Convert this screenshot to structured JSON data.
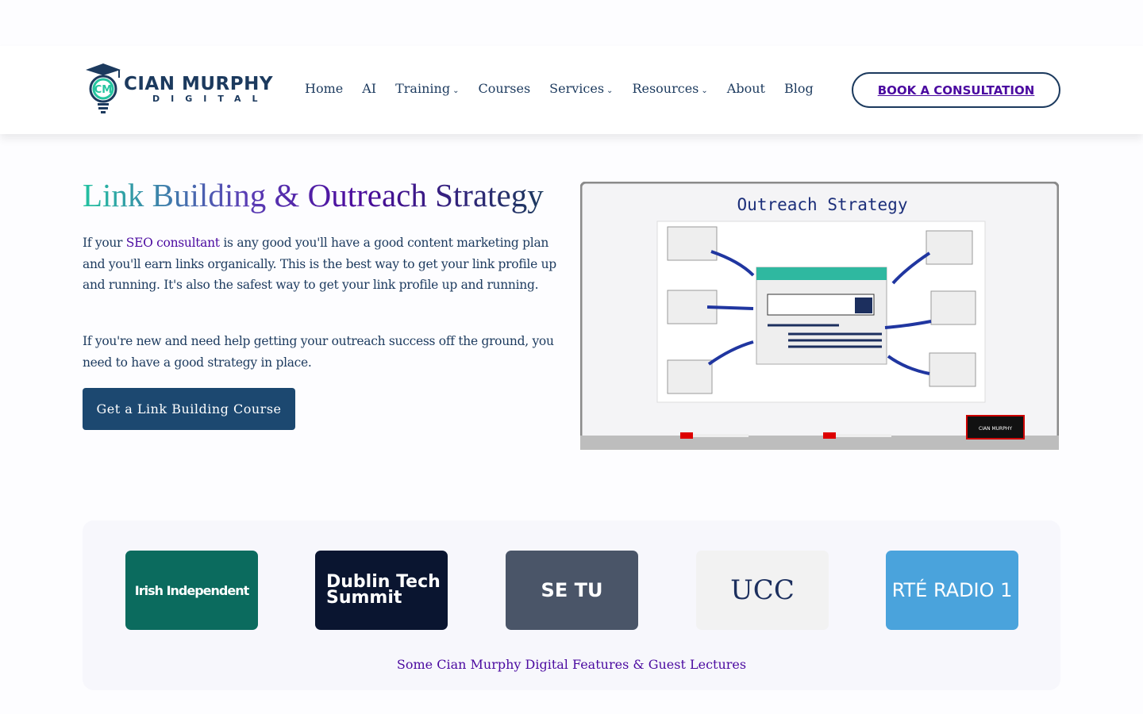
{
  "header": {
    "logo": {
      "name": "CIAN MURPHY",
      "sub": "DIGITAL"
    },
    "nav": [
      {
        "label": "Home",
        "dropdown": false
      },
      {
        "label": "AI",
        "dropdown": false
      },
      {
        "label": "Training",
        "dropdown": true
      },
      {
        "label": "Courses",
        "dropdown": false
      },
      {
        "label": "Services",
        "dropdown": true
      },
      {
        "label": "Resources",
        "dropdown": true
      },
      {
        "label": "About",
        "dropdown": false
      },
      {
        "label": "Blog",
        "dropdown": false
      }
    ],
    "cta": "BOOK A CONSULTATION"
  },
  "hero": {
    "title": "Link Building & Outreach Strategy",
    "p1_before": "If your ",
    "p1_link": "SEO consultant",
    "p1_after": " is any good you'll have a good content marketing plan and you'll earn links organically. This is the best way to get your link profile up and running. It's also the safest way to get your link profile up and running.",
    "p2": "If you're new and need help getting your outreach success off the ground, you need to have a good strategy in place.",
    "button": "Get a Link Building Course",
    "image_title": "Outreach Strategy",
    "image_badge": "CIAN MURPHY"
  },
  "features": {
    "logos": [
      {
        "name": "Irish Independent",
        "bg": "#0b6b5e"
      },
      {
        "name": "Dublin Tech Summit",
        "bg": "#0a1530"
      },
      {
        "name": "SE TU",
        "bg": "#4a5568"
      },
      {
        "name": "UCC",
        "bg": "#f2f2f2"
      },
      {
        "name": "RTÉ RADIO 1",
        "bg": "#4aa3dc"
      }
    ],
    "caption": "Some Cian Murphy Digital Features & Guest Lectures"
  }
}
